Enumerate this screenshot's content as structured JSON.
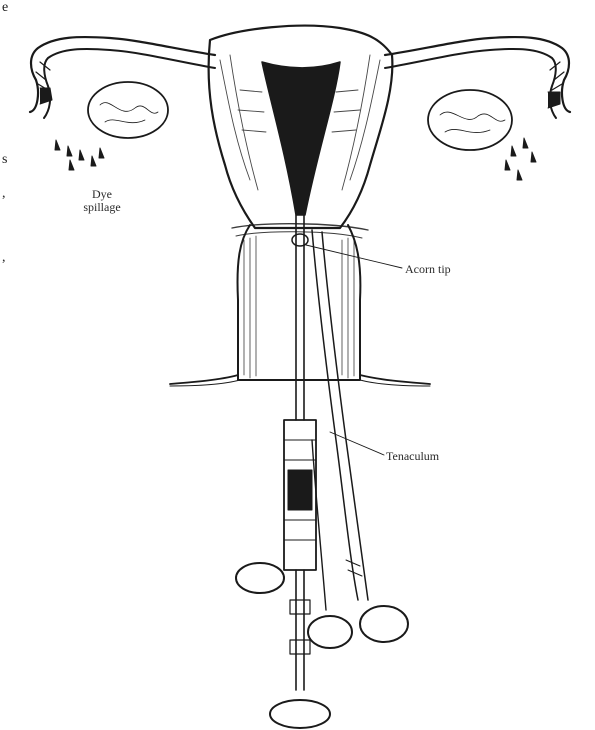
{
  "labels": {
    "dye_line1": "Dye",
    "dye_line2": "spillage",
    "acorn_tip": "Acorn tip",
    "tenaculum": "Tenaculum"
  },
  "edge_text": [
    "e",
    "s",
    ",",
    ","
  ],
  "colors": {
    "ink": "#1a1a1a",
    "background": "#ffffff"
  }
}
